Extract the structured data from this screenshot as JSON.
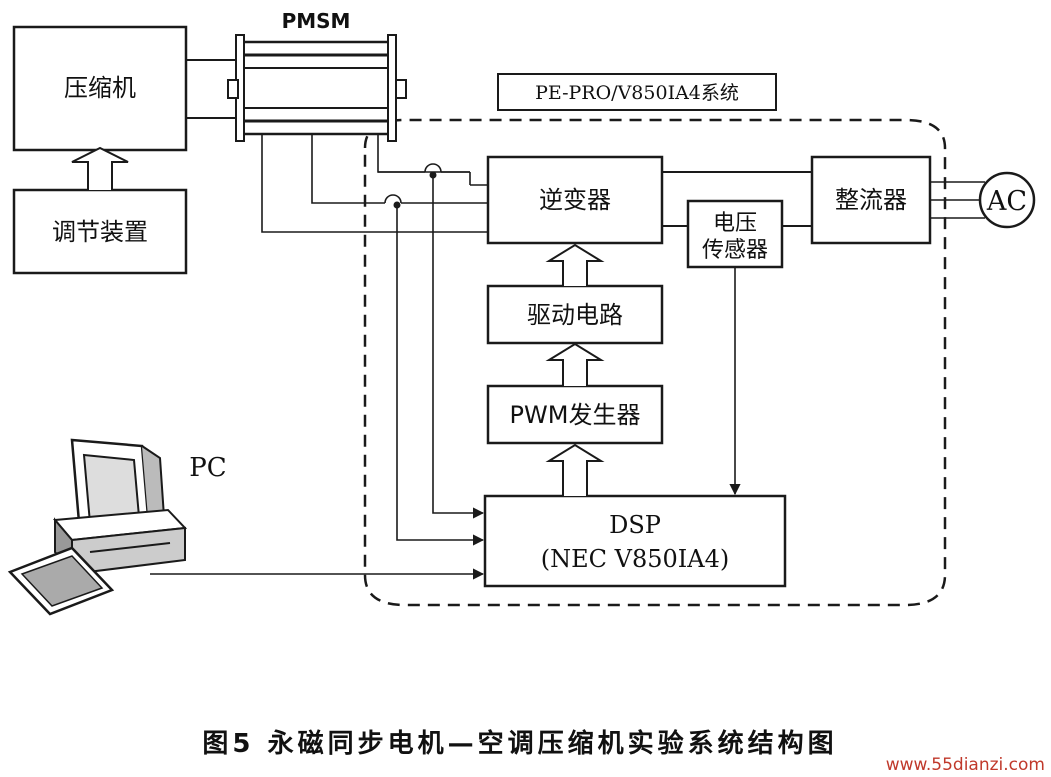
{
  "labels": {
    "pmsm": "PMSM",
    "compressor": "压缩机",
    "regulator": "调节装置",
    "system": "PE-PRO/V850IA4系统",
    "inverter": "逆变器",
    "rectifier": "整流器",
    "ac": "AC",
    "voltage_sensor_1": "电压",
    "voltage_sensor_2": "传感器",
    "driver": "驱动电路",
    "pwm": "PWM发生器",
    "dsp_1": "DSP",
    "dsp_2": "(NEC V850IA4)",
    "pc": "PC"
  },
  "caption": "图5   永磁同步电机—空调压缩机实验系统结构图",
  "watermark": "www.55dianzi.com"
}
